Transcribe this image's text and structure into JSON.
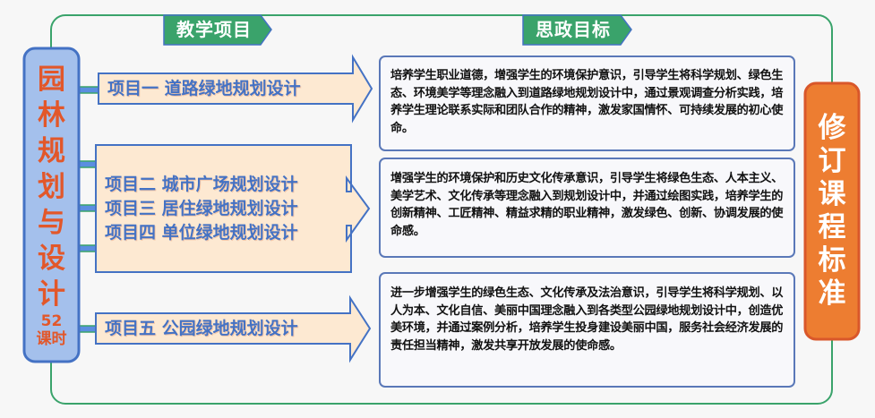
{
  "header": {
    "projects_tag": "教学项目",
    "goals_tag": "思政目标"
  },
  "course": {
    "title_chars": [
      "园",
      "林",
      "规",
      "划",
      "与",
      "设",
      "计"
    ],
    "hours_number": "52",
    "hours_unit": "课时"
  },
  "projects": [
    {
      "label": "项目一  道路绿地规划设计"
    },
    {
      "label": "项目二  城市广场规划设计"
    },
    {
      "label": "项目三  居住绿地规划设计"
    },
    {
      "label": "项目四  单位绿地规划设计"
    },
    {
      "label": "项目五  公园绿地规划设计"
    }
  ],
  "goals": [
    {
      "text": "培养学生职业道德，增强学生的环境保护意识，引导学生将科学规划、绿色生态、环境美学等理念融入到道路绿地规划设计中，通过景观调查分析实践，培养学生理论联系实际和团队合作的精神，激发家国情怀、可持续发展的初心使命。"
    },
    {
      "text": "增强学生的环境保护和历史文化传承意识，引导学生将绿色生态、人本主义、美学艺术、文化传承等理念融入到规划设计中，并通过绘图实践，培养学生的创新精神、工匠精神、精益求精的职业精神，激发绿色、创新、协调发展的使命感。"
    },
    {
      "text": "进一步增强学生的绿色生态、文化传承及法治意识，引导学生将科学规划、以人为本、文化自信、美丽中国理念融入到各类型公园绿地规划设计中，创造优美环境，并通过案例分析，培养学生投身建设美丽中国，服务社会经济发展的责任担当精神，激发共享开放发展的使命感。"
    }
  ],
  "standard": {
    "chars": [
      "修",
      "订",
      "课",
      "程",
      "标",
      "准"
    ]
  },
  "colors": {
    "green": "#3aa36b",
    "blue": "#4472c4",
    "orange": "#ed7d31",
    "peach": "#fde9d2",
    "course_bg": "#a4c0ec"
  }
}
